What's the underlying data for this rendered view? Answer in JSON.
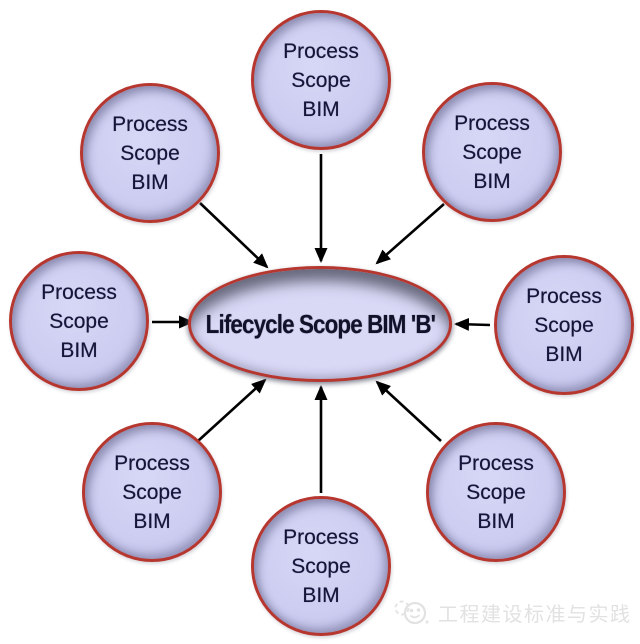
{
  "diagram": {
    "center_node": {
      "label": "Lifecycle Scope BIM 'B'"
    },
    "satellites": [
      {
        "position": "top",
        "label_lines": [
          "Process",
          "Scope",
          "BIM"
        ]
      },
      {
        "position": "upper-right",
        "label_lines": [
          "Process",
          "Scope",
          "BIM"
        ]
      },
      {
        "position": "right",
        "label_lines": [
          "Process",
          "Scope",
          "BIM"
        ]
      },
      {
        "position": "lower-right",
        "label_lines": [
          "Process",
          "Scope",
          "BIM"
        ]
      },
      {
        "position": "bottom",
        "label_lines": [
          "Process",
          "Scope",
          "BIM"
        ]
      },
      {
        "position": "lower-left",
        "label_lines": [
          "Process",
          "Scope",
          "BIM"
        ]
      },
      {
        "position": "left",
        "label_lines": [
          "Process",
          "Scope",
          "BIM"
        ]
      },
      {
        "position": "upper-left",
        "label_lines": [
          "Process",
          "Scope",
          "BIM"
        ]
      }
    ],
    "arrow_count": 8
  },
  "watermark": {
    "text": "工程建设标准与实践",
    "icon": "wechat-face-icon"
  },
  "colors": {
    "node_fill": "#cdcdf1",
    "node_border": "#b6372f",
    "node_text": "#15153a",
    "center_fill": "#d9d9f6",
    "arrow": "#000000",
    "watermark": "#e2e2e2",
    "background": "#ffffff"
  }
}
